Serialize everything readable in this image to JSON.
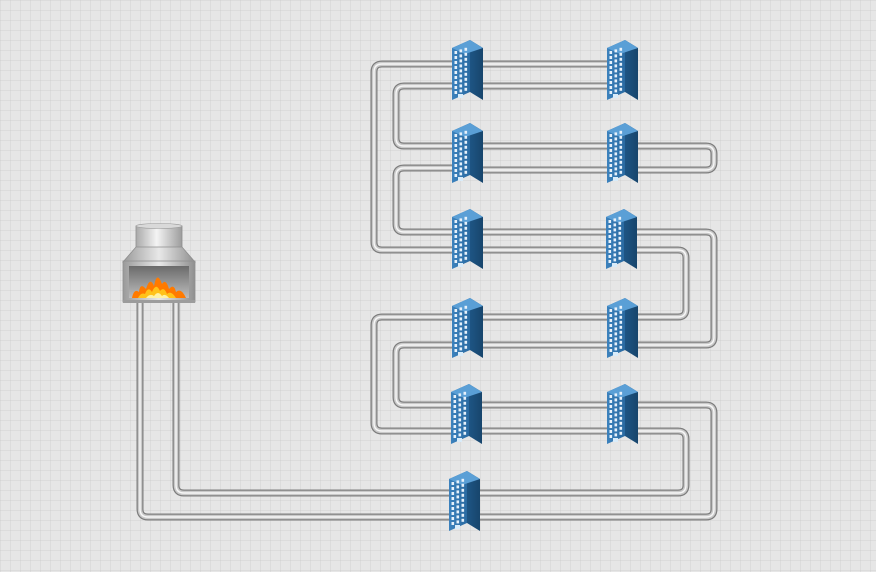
{
  "diagram": {
    "type": "district-heating-network",
    "source": {
      "icon": "boiler-furnace-icon"
    },
    "nodes": [
      {
        "id": "building-1",
        "icon": "office-building-icon"
      },
      {
        "id": "building-2",
        "icon": "office-building-icon"
      },
      {
        "id": "building-3",
        "icon": "office-building-icon"
      },
      {
        "id": "building-4",
        "icon": "office-building-icon"
      },
      {
        "id": "building-5",
        "icon": "office-building-icon"
      },
      {
        "id": "building-6",
        "icon": "office-building-icon"
      },
      {
        "id": "building-7",
        "icon": "office-building-icon"
      },
      {
        "id": "building-8",
        "icon": "office-building-icon"
      },
      {
        "id": "building-9",
        "icon": "office-building-icon"
      },
      {
        "id": "building-10",
        "icon": "office-building-icon"
      },
      {
        "id": "building-11",
        "icon": "office-building-icon"
      }
    ],
    "pipe": "supply-and-return",
    "colors": {
      "background": "#e6e6e6",
      "pipe": "#b8b8b8",
      "building": "#2f6fa3",
      "flame": "#ff8a00"
    }
  }
}
